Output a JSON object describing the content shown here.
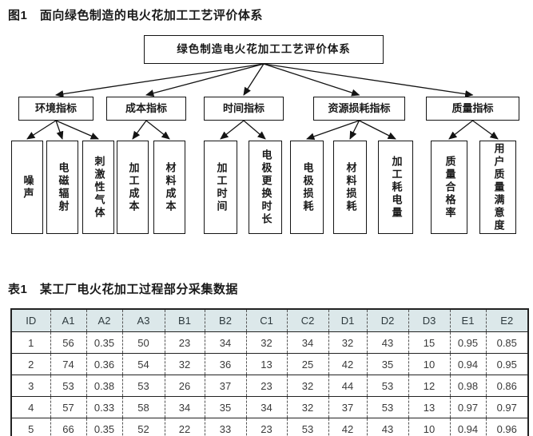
{
  "figure": {
    "title": "图1　面向绿色制造的电火花加工工艺评价体系",
    "root": "绿色制造电火花加工工艺评价体系",
    "categories": [
      "环境指标",
      "成本指标",
      "时间指标",
      "资源损耗指标",
      "质量指标"
    ],
    "leaves": [
      "噪声",
      "电磁辐射",
      "刺激性气体",
      "加工成本",
      "材料成本",
      "加工时间",
      "电极更换时长",
      "电极损耗",
      "材料损耗",
      "加工耗电量",
      "质量合格率",
      "用户质量满意度"
    ]
  },
  "table": {
    "title": "表1　某工厂电火花加工过程部分采集数据",
    "columns": [
      "ID",
      "A1",
      "A2",
      "A3",
      "B1",
      "B2",
      "C1",
      "C2",
      "D1",
      "D2",
      "D3",
      "E1",
      "E2"
    ],
    "rows": [
      [
        "1",
        "56",
        "0.35",
        "50",
        "23",
        "34",
        "32",
        "34",
        "32",
        "43",
        "15",
        "0.95",
        "0.85"
      ],
      [
        "2",
        "74",
        "0.36",
        "54",
        "32",
        "36",
        "13",
        "25",
        "42",
        "35",
        "10",
        "0.94",
        "0.95"
      ],
      [
        "3",
        "53",
        "0.38",
        "53",
        "26",
        "37",
        "23",
        "32",
        "44",
        "53",
        "12",
        "0.98",
        "0.86"
      ],
      [
        "4",
        "57",
        "0.33",
        "58",
        "34",
        "35",
        "34",
        "32",
        "37",
        "53",
        "13",
        "0.97",
        "0.97"
      ],
      [
        "5",
        "66",
        "0.35",
        "52",
        "22",
        "33",
        "23",
        "53",
        "42",
        "43",
        "10",
        "0.94",
        "0.96"
      ]
    ]
  },
  "colors": {
    "line": "#141414",
    "text": "#1a1a1a",
    "table_header_bg": "#dce8ea"
  }
}
